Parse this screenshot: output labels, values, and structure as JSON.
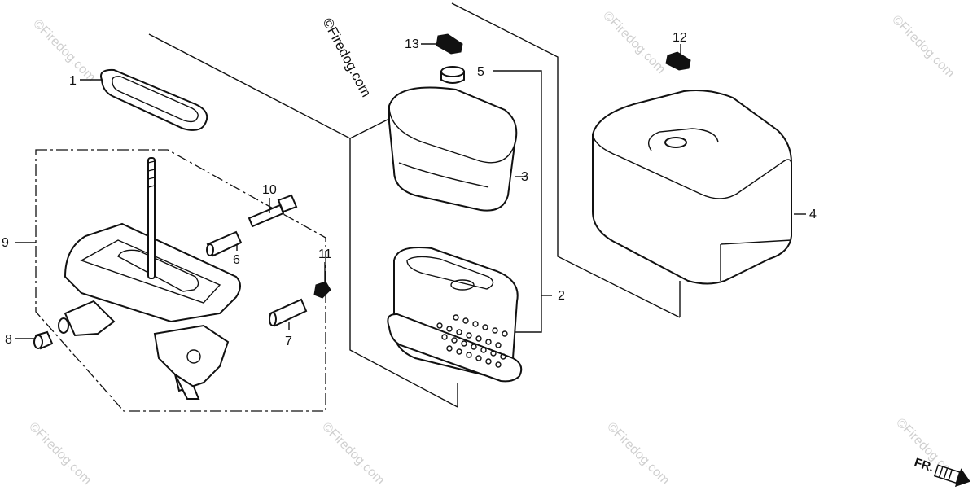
{
  "watermark": {
    "main": "©Firedog.com",
    "faint": "©Firedog.com"
  },
  "callouts": [
    {
      "id": "1",
      "label": "1"
    },
    {
      "id": "2",
      "label": "2"
    },
    {
      "id": "3",
      "label": "3"
    },
    {
      "id": "4",
      "label": "4"
    },
    {
      "id": "5",
      "label": "5"
    },
    {
      "id": "6",
      "label": "6"
    },
    {
      "id": "7",
      "label": "7"
    },
    {
      "id": "8",
      "label": "8"
    },
    {
      "id": "9",
      "label": "9"
    },
    {
      "id": "10",
      "label": "10"
    },
    {
      "id": "11",
      "label": "11"
    },
    {
      "id": "12",
      "label": "12"
    },
    {
      "id": "13",
      "label": "13"
    }
  ],
  "direction_marker": {
    "label": "FR.",
    "icon": "arrow-front-icon"
  }
}
